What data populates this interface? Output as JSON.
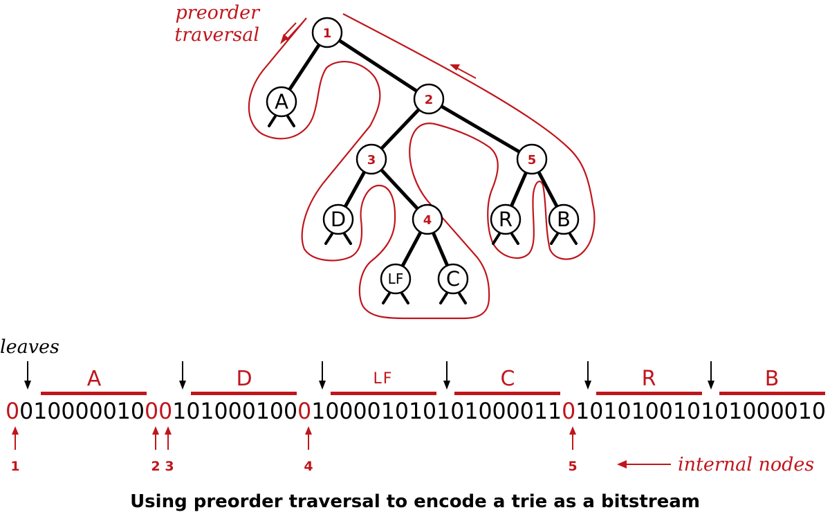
{
  "colors": {
    "accent": "#c0151b",
    "ink": "#000000"
  },
  "labels": {
    "preorder_line1": "preorder",
    "preorder_line2": "traversal",
    "leaves": "leaves",
    "internal_nodes": "internal nodes",
    "caption": "Using preorder traversal to encode a trie as a bitstream"
  },
  "tree": {
    "internal_nodes": [
      "1",
      "2",
      "3",
      "4",
      "5"
    ],
    "leaves": [
      "A",
      "D",
      "LF",
      "C",
      "R",
      "B"
    ]
  },
  "bitstream": {
    "chunks": [
      {
        "text": "0",
        "kind": "internal"
      },
      {
        "text": "01000001",
        "kind": "leaf"
      },
      {
        "text": "0",
        "kind": "leaf"
      },
      {
        "text": "0",
        "kind": "internal"
      },
      {
        "text": "0",
        "kind": "internal"
      },
      {
        "text": "1",
        "kind": "leaf"
      },
      {
        "text": "01000100",
        "kind": "leaf"
      },
      {
        "text": "0",
        "kind": "internal"
      },
      {
        "text": "1",
        "kind": "leaf"
      },
      {
        "text": "00001010",
        "kind": "leaf"
      },
      {
        "text": "1",
        "kind": "leaf"
      },
      {
        "text": "01000011",
        "kind": "leaf"
      },
      {
        "text": "0",
        "kind": "internal"
      },
      {
        "text": "1",
        "kind": "leaf"
      },
      {
        "text": "01010010",
        "kind": "leaf"
      },
      {
        "text": "1",
        "kind": "leaf"
      },
      {
        "text": "01000010",
        "kind": "leaf"
      }
    ],
    "segment_labels": [
      "A",
      "D",
      "LF",
      "C",
      "R",
      "B"
    ],
    "internal_markers": [
      "1",
      "2",
      "3",
      "4",
      "5"
    ]
  }
}
